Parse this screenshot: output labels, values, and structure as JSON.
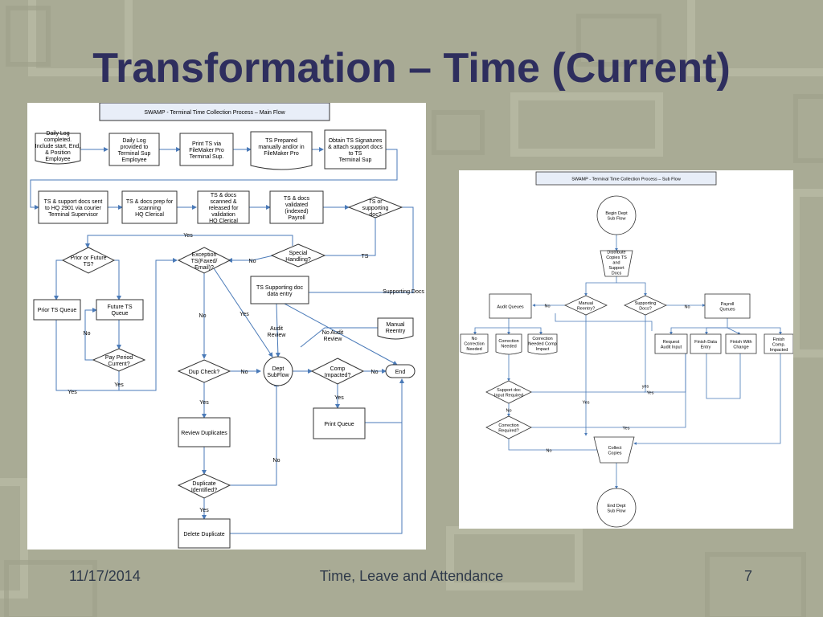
{
  "slide": {
    "title": "Transformation – Time (Current)",
    "footer_date": "11/17/2014",
    "footer_center": "Time, Leave and Attendance",
    "page_number": "7"
  },
  "main_flow": {
    "header": "SWAMP - Terminal Time Collection Process – Main Flow",
    "row1": {
      "daily_log": [
        "Daily Log",
        "completed.",
        "Include start, End,",
        "& Position",
        "Employee"
      ],
      "daily_log_provided": [
        "Daily Log",
        "provided to",
        "Terminal Sup",
        "Employee"
      ],
      "print_ts": [
        "Print TS via",
        "FileMaker Pro",
        "Terminal Sup."
      ],
      "ts_prepared": [
        "TS Prepared",
        "manually and/or in",
        "FileMaker Pro"
      ],
      "obtain_sigs": [
        "Obtain TS Signatures",
        "& attach support docs",
        "to TS",
        "Terminal Sup"
      ]
    },
    "row2": {
      "ts_docs_sent": [
        "TS & support docs sent",
        "to HQ 2901  via courier",
        "Terminal Supervisor"
      ],
      "docs_prep": [
        "TS & docs prep for",
        "scanning",
        "HQ Clerical"
      ],
      "scanned": [
        "TS & docs",
        "scanned &",
        "released for",
        "validation",
        "HQ Clerical"
      ],
      "validated": [
        "TS & docs",
        "validated",
        "(indexed)",
        "Payroll"
      ],
      "ts_or_doc": [
        "TS or",
        "supporting",
        "doc?"
      ]
    },
    "decisions": {
      "prior_future": [
        "Prior or Future",
        "TS?"
      ],
      "exception": [
        "Exception",
        "TS(Faxed/",
        "Email)?"
      ],
      "special": [
        "Special",
        "Handling?"
      ],
      "pay_period": [
        "Pay Period",
        "Current?"
      ],
      "dup_check": [
        "Dup Check?"
      ],
      "comp_impacted": [
        "Comp",
        "Impacted?"
      ],
      "dup_identified": [
        "Duplicate",
        "Identified?"
      ]
    },
    "boxes": {
      "prior_queue": "Prior TS Queue",
      "future_queue": [
        "Future TS",
        "Queue"
      ],
      "supporting_entry": [
        "TS Supporting doc",
        "data entry"
      ],
      "manual_reentry": [
        "Manual",
        "Reentry"
      ],
      "dept_subflow": [
        "Dept",
        "SubFlow"
      ],
      "end": "End",
      "print_queue": "Print Queue",
      "review_duplicates": "Review Duplicates",
      "delete_duplicate": "Delete Duplicate"
    },
    "edge_labels": {
      "yes": "Yes",
      "no": "No",
      "ts": "TS",
      "supporting_docs": "Supporting Docs",
      "audit_review": [
        "Audit",
        "Review"
      ],
      "no_audit_review": [
        "No Audit",
        "Review"
      ]
    }
  },
  "sub_flow": {
    "header": "SWAMP - Terminal Time Collection Process – Sub Flow",
    "begin": [
      "Begin Dept",
      "Sub Flow"
    ],
    "distribute": [
      "Distribute",
      "Copies TS",
      "and",
      "Support",
      "Docs"
    ],
    "manual_reentry": [
      "Manual",
      "Reentry?"
    ],
    "supporting_docs": [
      "Supporting",
      "Docs?"
    ],
    "audit_queues": "Audit Queues",
    "payroll_queues": [
      "Payroll",
      "Queues"
    ],
    "no_correction": [
      "No",
      "Correction",
      "Needed"
    ],
    "correction_needed": [
      "Correction",
      "Needed"
    ],
    "correction_comp": [
      "Correction",
      "Needed Comp",
      "Impact"
    ],
    "request_audit": [
      "Request",
      "Audit Input"
    ],
    "finish_data": [
      "Finish Data",
      "Entry"
    ],
    "finish_change": [
      "Finish With",
      "Change"
    ],
    "finish_comp": [
      "Finish",
      "Comp.",
      "Impacted"
    ],
    "support_doc_input": [
      "Support doc",
      "Input Required"
    ],
    "correction_required": [
      "Correction",
      "Required?"
    ],
    "collect_copies": [
      "Collect",
      "Copies"
    ],
    "end": [
      "End Dept",
      "Sub Flow"
    ],
    "labels": {
      "no": "No",
      "yes": "Yes",
      "yes_lower": "yes"
    }
  }
}
